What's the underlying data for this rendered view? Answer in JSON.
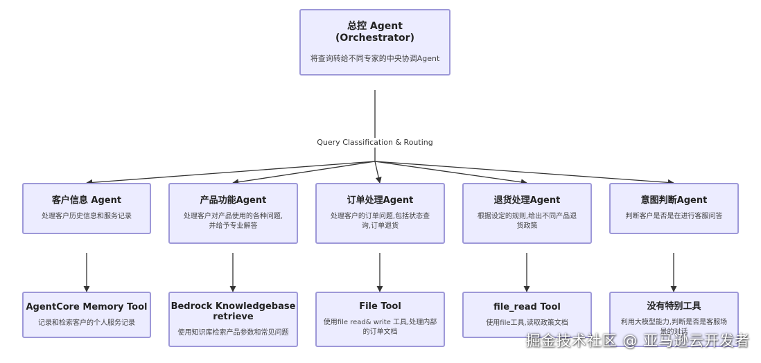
{
  "orchestrator": {
    "title": "总控 Agent\n(Orchestrator)",
    "desc": "将查询转给不同专家的中央协调Agent"
  },
  "edge_label": "Query Classification & Routing",
  "agents": [
    {
      "title": "客户信息 Agent",
      "desc": "处理客户历史信息和服务记录"
    },
    {
      "title": "产品功能Agent",
      "desc": "处理客户对产品使用的各种问题,\n并给予专业解答"
    },
    {
      "title": "订单处理Agent",
      "desc": "处理客户的订单问题,包括状态查\n询,订单退货"
    },
    {
      "title": "退货处理Agent",
      "desc": "根据设定的规则,给出不同产品退\n货政策"
    },
    {
      "title": "意图判断Agent",
      "desc": "判断客户是否是在进行客服问答"
    }
  ],
  "tools": [
    {
      "title": "AgentCore Memory Tool",
      "desc": "记录和检索客户的个人服务记录"
    },
    {
      "title": "Bedrock Knowledgebase\nretrieve",
      "desc": "使用知识库检索产品参数和常见问题"
    },
    {
      "title": "File Tool",
      "desc": "使用file read& write 工具,处理内部\n的订单文档"
    },
    {
      "title": "file_read Tool",
      "desc": "使用file工具,读取政策文档"
    },
    {
      "title": "没有特别工具",
      "desc": "利用大模型能力,判断是否是客服场\n景的对话"
    }
  ],
  "watermark": "掘金技术社区 @ 亚马逊云开发者",
  "colors": {
    "node_fill": "#ececff",
    "node_border": "#9d98d8",
    "edge": "#333333"
  }
}
